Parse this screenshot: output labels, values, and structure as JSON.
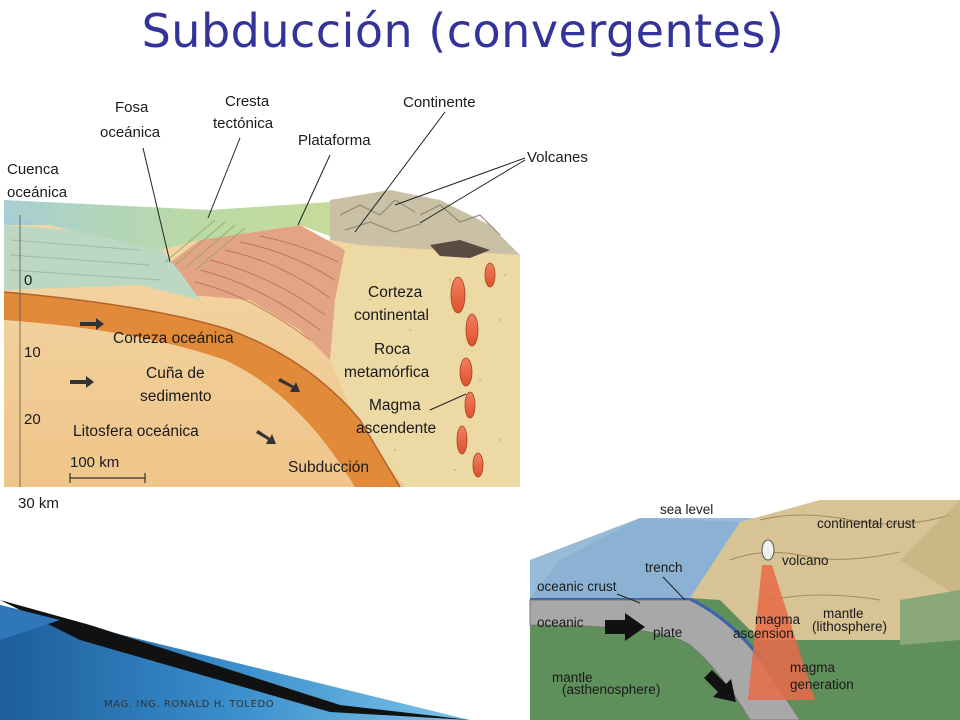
{
  "title": "Subducción (convergentes)",
  "footer": "MAG. ING. RONALD H. TOLEDO",
  "diagram_es": {
    "labels": {
      "fosa": [
        "Fosa",
        "oceánica"
      ],
      "cresta": [
        "Cresta",
        "tectónica"
      ],
      "continente": "Continente",
      "plataforma": "Plataforma",
      "volcanes": "Volcanes",
      "cuenca": [
        "Cuenca",
        "oceánica"
      ],
      "corteza_continental": [
        "Corteza",
        "continental"
      ],
      "corteza_oceanica": "Corteza oceánica",
      "roca": [
        "Roca",
        "metamórfica"
      ],
      "cuna": [
        "Cuña de",
        "sedimento"
      ],
      "magma": [
        "Magma",
        "ascendente"
      ],
      "litosfera": "Litosfera oceánica",
      "subduccion": "Subducción",
      "escala": "100 km"
    },
    "depth_ticks": [
      "0",
      "10",
      "20",
      "30 km"
    ]
  },
  "diagram_en": {
    "labels": {
      "sea_level": "sea level",
      "continental_crust": "continental crust",
      "trench": "trench",
      "volcano": "volcano",
      "oceanic_crust": "oceanic crust",
      "oceanic": "oceanic",
      "plate": "plate",
      "magma_ascension": [
        "magma",
        "ascension"
      ],
      "mantle_litho": [
        "mantle",
        "(lithosphere)"
      ],
      "magma_generation": [
        "magma",
        "generation"
      ],
      "mantle_astheno": [
        "mantle",
        "(asthenosphere)"
      ]
    }
  },
  "colors": {
    "title": "#33339a",
    "ocean_water": "#9cc9cf",
    "oceanic_crust": "#e08a3a",
    "lithosphere": "#f2cf9a",
    "continental_crust": "#ecd9a4",
    "wedge": "#e09a7a",
    "magma": "#d8784a",
    "mantle_green": "#5f8f5a",
    "slab_gray": "#a6a6a6",
    "accent_blue": "#2a7fc0"
  }
}
